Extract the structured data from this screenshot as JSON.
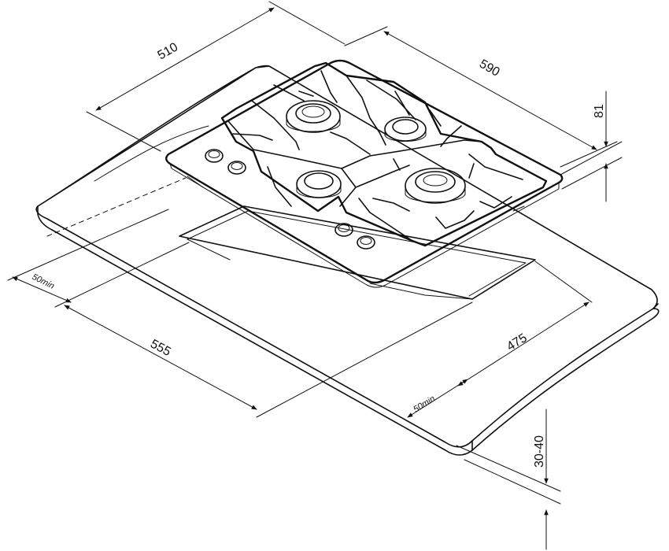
{
  "dimensions": {
    "hob_depth": "510",
    "hob_width": "590",
    "hob_height": "81",
    "cutout_width": "555",
    "cutout_depth": "475",
    "clearance_side": "50min",
    "clearance_front": "50min",
    "worktop_thickness": "30-40"
  },
  "parts": {
    "burners": 4,
    "knobs": 4
  },
  "colors": {
    "line": "#111111",
    "background": "#ffffff"
  }
}
